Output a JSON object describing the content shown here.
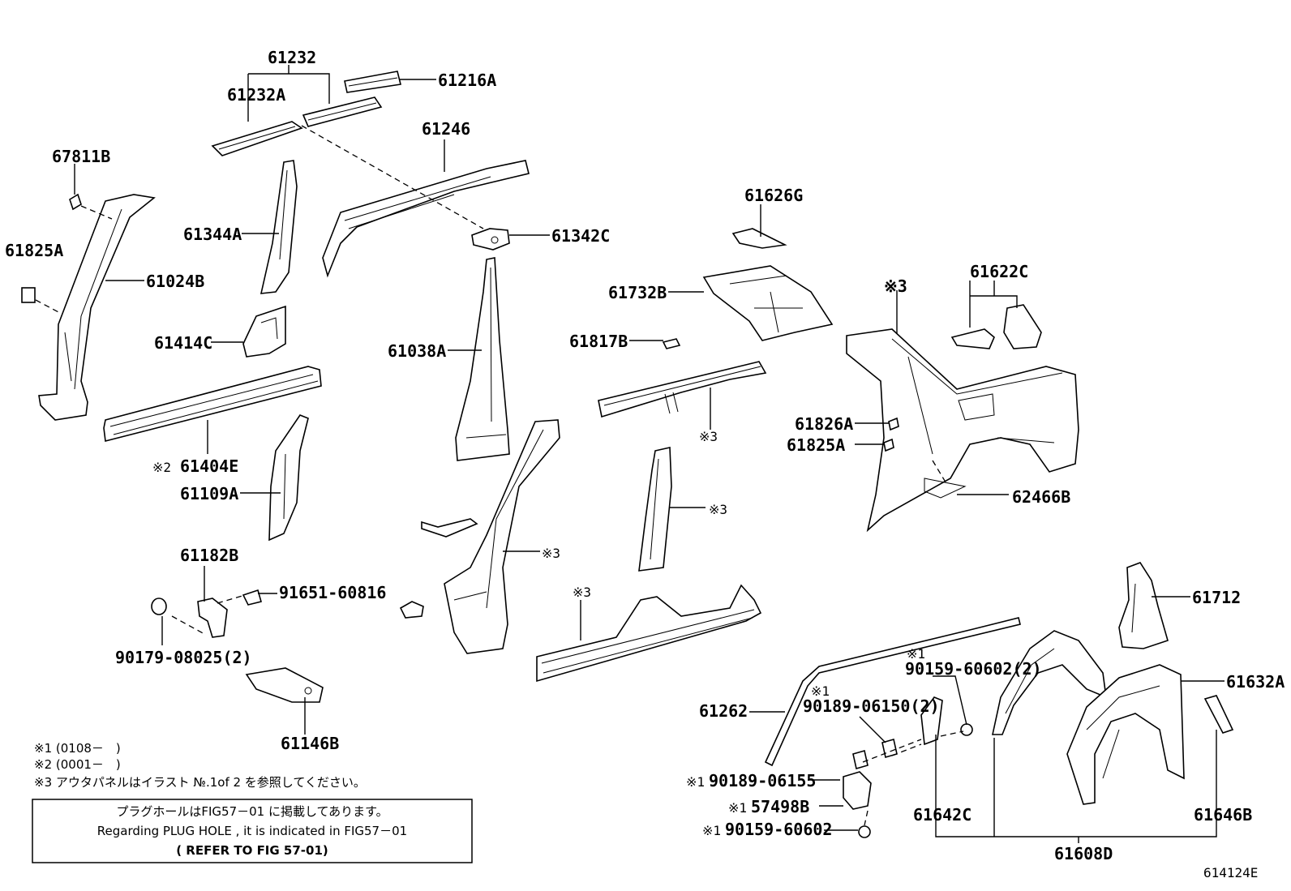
{
  "diagram_id": "614124E",
  "labels": {
    "p61232": "61232",
    "p61232a": "61232A",
    "p61216a": "61216A",
    "p61246": "61246",
    "p67811b": "67811B",
    "p61825a_l": "61825A",
    "p61024b": "61024B",
    "p61344a": "61344A",
    "p61342c": "61342C",
    "p61626g": "61626G",
    "p61622c": "61622C",
    "p61732b": "61732B",
    "p61414c": "61414C",
    "p61038a": "61038A",
    "p61817b": "61817B",
    "p61404e": "61404E",
    "p61826a": "61826A",
    "p61825a_r": "61825A",
    "p62466b": "62466B",
    "p61109a": "61109A",
    "p61182b": "61182B",
    "p91651": "91651-60816",
    "p90179": "90179-08025(2)",
    "p61146b": "61146B",
    "p61712": "61712",
    "p61632a": "61632A",
    "p61262": "61262",
    "p90159_2": "90159-60602(2)",
    "p90189_2": "90189-06150(2)",
    "p90189_06155": "90189-06155",
    "p57498b": "57498B",
    "p90159_1": "90159-60602",
    "p61642c": "61642C",
    "p61646b": "61646B",
    "p61608d": "61608D"
  },
  "marks": {
    "m1": "※1",
    "m2": "※2",
    "m3": "※3"
  },
  "notes": {
    "n1": "※1 (0108－　)",
    "n2": "※2 (0001－　)",
    "n3": "※3 アウタパネルはイラスト №.1of 2 を参照してください。"
  },
  "box": {
    "line1": "プラグホールはFIG57－01 に掲載してあります。",
    "line2": "Regarding PLUG HOLE , it is indicated in FIG57－01",
    "line3": "( REFER TO FIG 57-01)"
  }
}
